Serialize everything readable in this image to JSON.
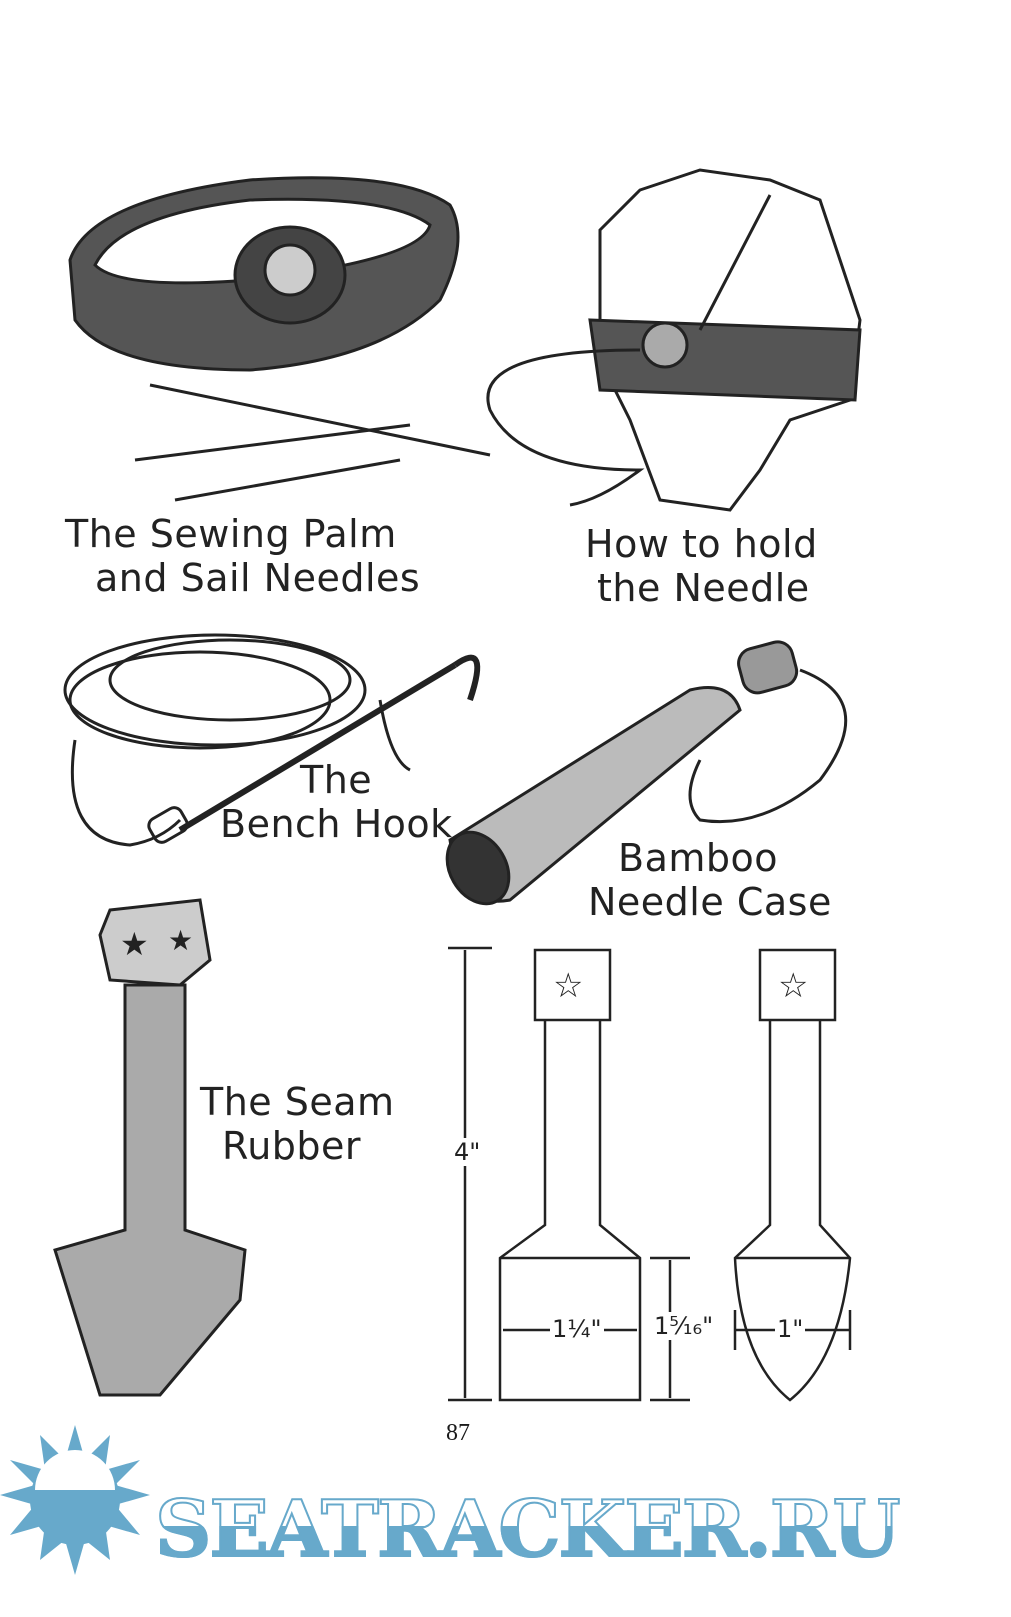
{
  "captions": {
    "sewing_palm": [
      "The Sewing Palm",
      "and Sail Needles"
    ],
    "hold_needle": [
      "How to hold",
      "the Needle"
    ],
    "bench_hook": [
      "The",
      "Bench Hook"
    ],
    "needle_case": [
      "Bamboo",
      "Needle Case"
    ],
    "seam_rubber": [
      "The Seam",
      "Rubber"
    ]
  },
  "dimensions": {
    "height": "4\"",
    "width_front": "1¼\"",
    "blade_height": "1⁵⁄₁₆\"",
    "width_side": "1\""
  },
  "page_number": "87",
  "watermark": {
    "text": "SEATRACKER.RU",
    "color": "#67a9cb"
  }
}
